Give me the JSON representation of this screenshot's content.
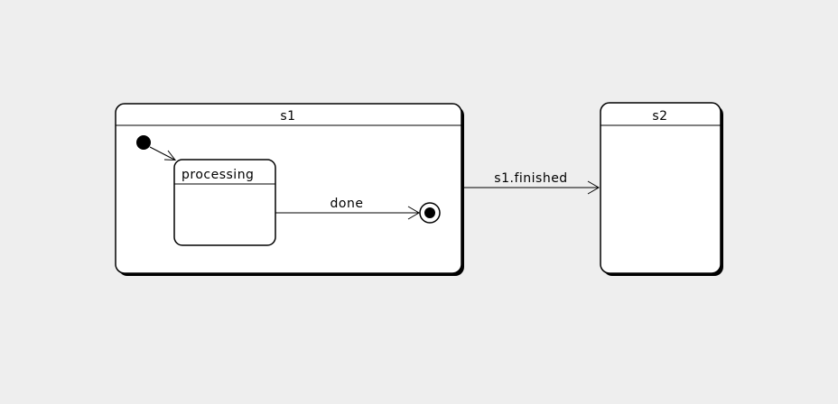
{
  "canvas": {
    "background_color": "#eeeeee",
    "stroke_color": "#000000",
    "state_fill_color": "#ffffff",
    "shadow_color": "#000000"
  },
  "diagram": {
    "kind": "uml-state-diagram",
    "states": {
      "s1": {
        "label": "s1"
      },
      "processing": {
        "label": "processing"
      },
      "s2": {
        "label": "s2"
      }
    },
    "pseudostates": {
      "initial": {
        "name": "initial-state"
      },
      "final": {
        "name": "final-state"
      }
    },
    "transitions": {
      "done": {
        "label": "done"
      },
      "s1_finished": {
        "label": "s1.finished"
      }
    }
  }
}
